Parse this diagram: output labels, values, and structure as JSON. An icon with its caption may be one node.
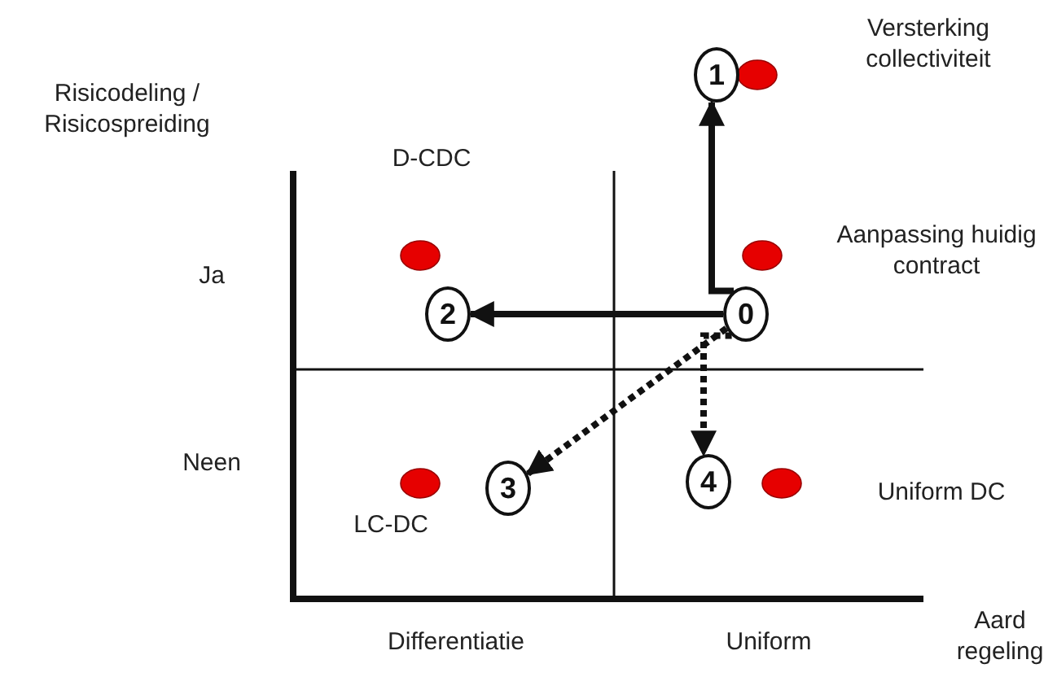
{
  "diagram": {
    "nodes": [
      {
        "text": [
          "1"
        ]
      },
      {
        "text": [
          "2"
        ]
      },
      {
        "text": [
          "0"
        ]
      },
      {
        "text": [
          "3"
        ]
      },
      {
        "text": [
          "4"
        ]
      }
    ],
    "edges": [
      {
        "from": 2,
        "to": 0,
        "arrow": "to"
      },
      {
        "from": 2,
        "to": 1,
        "arrow": "to"
      },
      {
        "from": 2,
        "to": 3,
        "arrow": "to",
        "style": "dashed"
      },
      {
        "from": 2,
        "to": 4,
        "arrow": "to",
        "style": "dashed"
      }
    ],
    "labels": [
      "Versterking collectiviteit",
      "Risicodeling / Risicospreiding",
      "D-CDC",
      "Aanpassing huidig contract",
      "Ja",
      "Neen",
      "Uniform DC",
      "LC-DC",
      "Differentiatie",
      "Uniform",
      "Aard regeling"
    ]
  }
}
